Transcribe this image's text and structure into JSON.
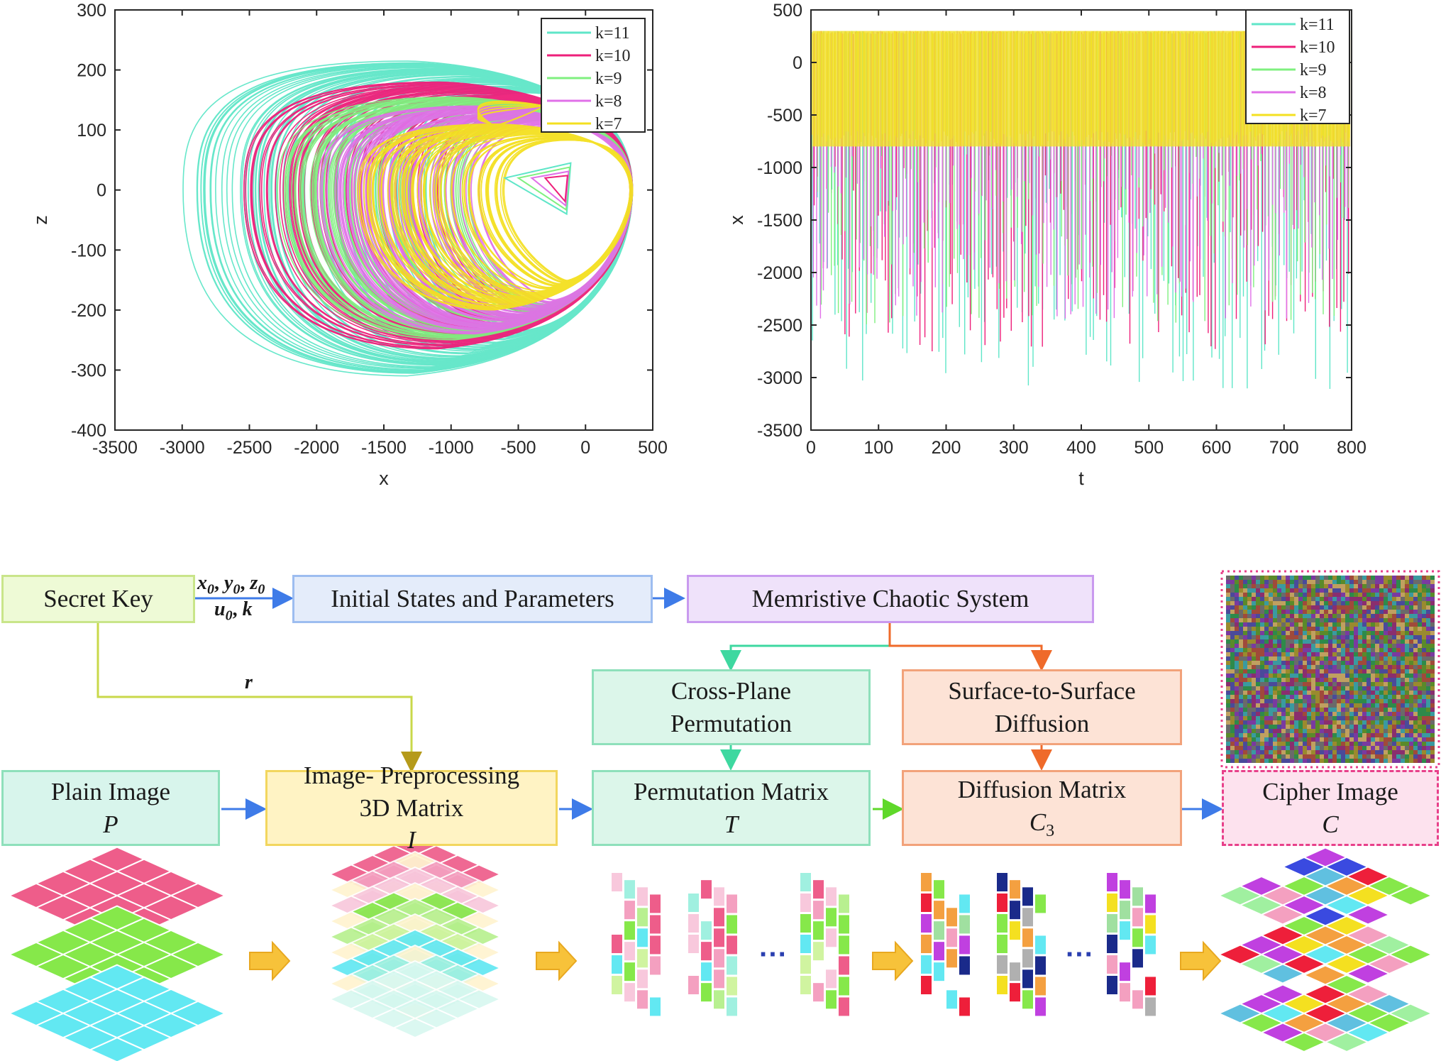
{
  "plot1": {
    "xlabel": "x",
    "ylabel": "z",
    "xticks": [
      "-3500",
      "-3000",
      "-2500",
      "-2000",
      "-1500",
      "-1000",
      "-500",
      "0",
      "500"
    ],
    "yticks": [
      "300",
      "200",
      "100",
      "0",
      "-100",
      "-200",
      "-300",
      "-400"
    ],
    "xlim": [
      -3500,
      500
    ],
    "ylim": [
      -400,
      300
    ]
  },
  "plot2": {
    "xlabel": "t",
    "ylabel": "x",
    "xticks": [
      "0",
      "100",
      "200",
      "300",
      "400",
      "500",
      "600",
      "700",
      "800"
    ],
    "yticks": [
      "500",
      "0",
      "-500",
      "-1000",
      "-1500",
      "-2000",
      "-2500",
      "-3000",
      "-3500"
    ],
    "xlim": [
      0,
      800
    ],
    "ylim": [
      -3500,
      500
    ]
  },
  "legend": [
    {
      "label": "k=11",
      "color": "#5fe6c8"
    },
    {
      "label": "k=10",
      "color": "#ee1f7a"
    },
    {
      "label": "k=9",
      "color": "#7ff07f"
    },
    {
      "label": "k=8",
      "color": "#e070e8"
    },
    {
      "label": "k=7",
      "color": "#f4e020"
    }
  ],
  "chart_data": [
    {
      "type": "line",
      "title": "",
      "xlabel": "x",
      "ylabel": "z",
      "xlim": [
        -3500,
        500
      ],
      "ylim": [
        -400,
        300
      ],
      "legend_position": "top-right",
      "series": [
        {
          "name": "k=11",
          "x_range": [
            -3000,
            350
          ],
          "y_range": [
            -310,
            215
          ]
        },
        {
          "name": "k=10",
          "x_range": [
            -2550,
            350
          ],
          "y_range": [
            -265,
            180
          ]
        },
        {
          "name": "k=9",
          "x_range": [
            -2300,
            350
          ],
          "y_range": [
            -250,
            155
          ]
        },
        {
          "name": "k=8",
          "x_range": [
            -2000,
            350
          ],
          "y_range": [
            -240,
            140
          ]
        },
        {
          "name": "k=7",
          "x_range": [
            -1700,
            350
          ],
          "y_range": [
            -200,
            110
          ]
        }
      ]
    },
    {
      "type": "line",
      "title": "",
      "xlabel": "t",
      "ylabel": "x",
      "xlim": [
        0,
        800
      ],
      "ylim": [
        -3500,
        500
      ],
      "legend_position": "top-right",
      "series": [
        {
          "name": "k=11",
          "min": -3150,
          "max": 300
        },
        {
          "name": "k=10",
          "min": -2750,
          "max": 300
        },
        {
          "name": "k=9",
          "min": -2500,
          "max": 300
        },
        {
          "name": "k=8",
          "min": -2450,
          "max": 300
        },
        {
          "name": "k=7",
          "min": -800,
          "max": 300
        }
      ]
    }
  ],
  "diagram": {
    "secret_key": "Secret Key",
    "initial_states": "Initial States and Parameters",
    "memristive": "Memristive Chaotic System",
    "cross_plane_1": "Cross-Plane",
    "cross_plane_2": "Permutation",
    "surface_1": "Surface-to-Surface",
    "surface_2": "Diffusion",
    "plain_image": "Plain Image ",
    "plain_sym": "P",
    "preproc_1": "Image- Preprocessing",
    "preproc_2": "3D Matrix ",
    "preproc_sym": "I",
    "perm_matrix": "Permutation Matrix ",
    "perm_sym": "T",
    "diff_matrix": "Diffusion Matrix ",
    "diff_sym": "C",
    "diff_sub": "3",
    "cipher": "Cipher Image ",
    "cipher_sym": "C",
    "params_top": [
      "x",
      "0",
      ", ",
      "y",
      "0",
      ", ",
      "z",
      "0"
    ],
    "params_bottom": [
      "u",
      "0",
      ", ",
      "k"
    ],
    "r_label": "r",
    "ellipsis": "···"
  },
  "colors": {
    "secret_key": "#eefad6",
    "initial_states": "#e4ecfa",
    "memristive": "#efe2fa",
    "cross_plane": "#dcf6ea",
    "surface": "#fde3d6",
    "plain": "#d8f5ec",
    "preproc": "#fff3c4",
    "perm": "#dcf6ea",
    "diff": "#fde3d6",
    "cipher": "#fde2ee"
  }
}
